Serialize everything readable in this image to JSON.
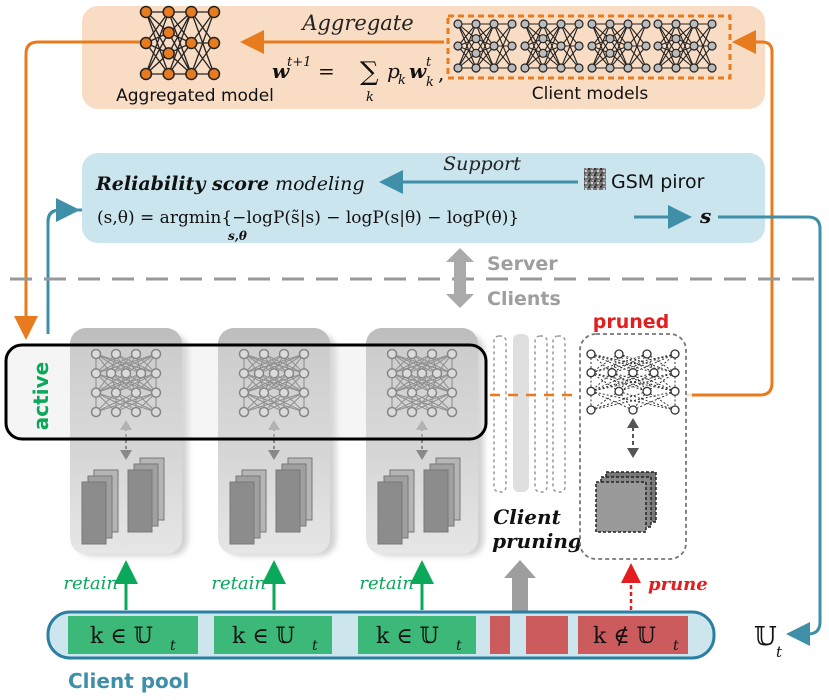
{
  "server": {
    "aggregate_label": "Aggregate",
    "aggregated_model_label": "Aggregated model",
    "client_models_label": "Client models",
    "formula": {
      "lhs_w": "w",
      "lhs_sup": "t+1",
      "eq": " = ",
      "sum": "∑",
      "sum_sub": "k",
      "rhs_p": "p",
      "rhs_p_sub": "k",
      "rhs_w": "w",
      "rhs_w_sup": "t",
      "rhs_w_sub": "k",
      "comma": ","
    },
    "reliability_title_bold": "Reliability score",
    "reliability_title_rest": " modeling",
    "support_label": "Support",
    "gsm_label": "GSM piror",
    "reliability_formula": "(s,θ) = argmin{−logP(s̃|s) − logP(s|θ) − logP(θ)}",
    "argmin_sub": "s,θ",
    "output_symbol": "s"
  },
  "divider": {
    "server_label": "Server",
    "clients_label": "Clients"
  },
  "clients": {
    "pruned_label": "pruned",
    "active_label": "active",
    "client_pruning_line1": "Client",
    "client_pruning_line2": "pruning",
    "retain_labels": [
      "retain",
      "retain",
      "retain"
    ],
    "prune_label": "prune"
  },
  "pool": {
    "title": "Client pool",
    "in_label": "k ∈ 𝕌",
    "in_sub": "t",
    "notin_label": "k ∉ 𝕌",
    "notin_sub": "t",
    "u_label": "𝕌",
    "u_sub": "t"
  },
  "colors": {
    "orange": "#e87b1e",
    "orange_bg": "#f9dcc4",
    "teal": "#3f8fa8",
    "teal_bg": "#cbe5ee",
    "green": "#0aa85a",
    "pool_green": "#3cb878",
    "pool_red": "#cc5b5e",
    "pool_light": "#cde6ee",
    "red_text": "#e21e1e",
    "gray": "#9e9e9e"
  }
}
